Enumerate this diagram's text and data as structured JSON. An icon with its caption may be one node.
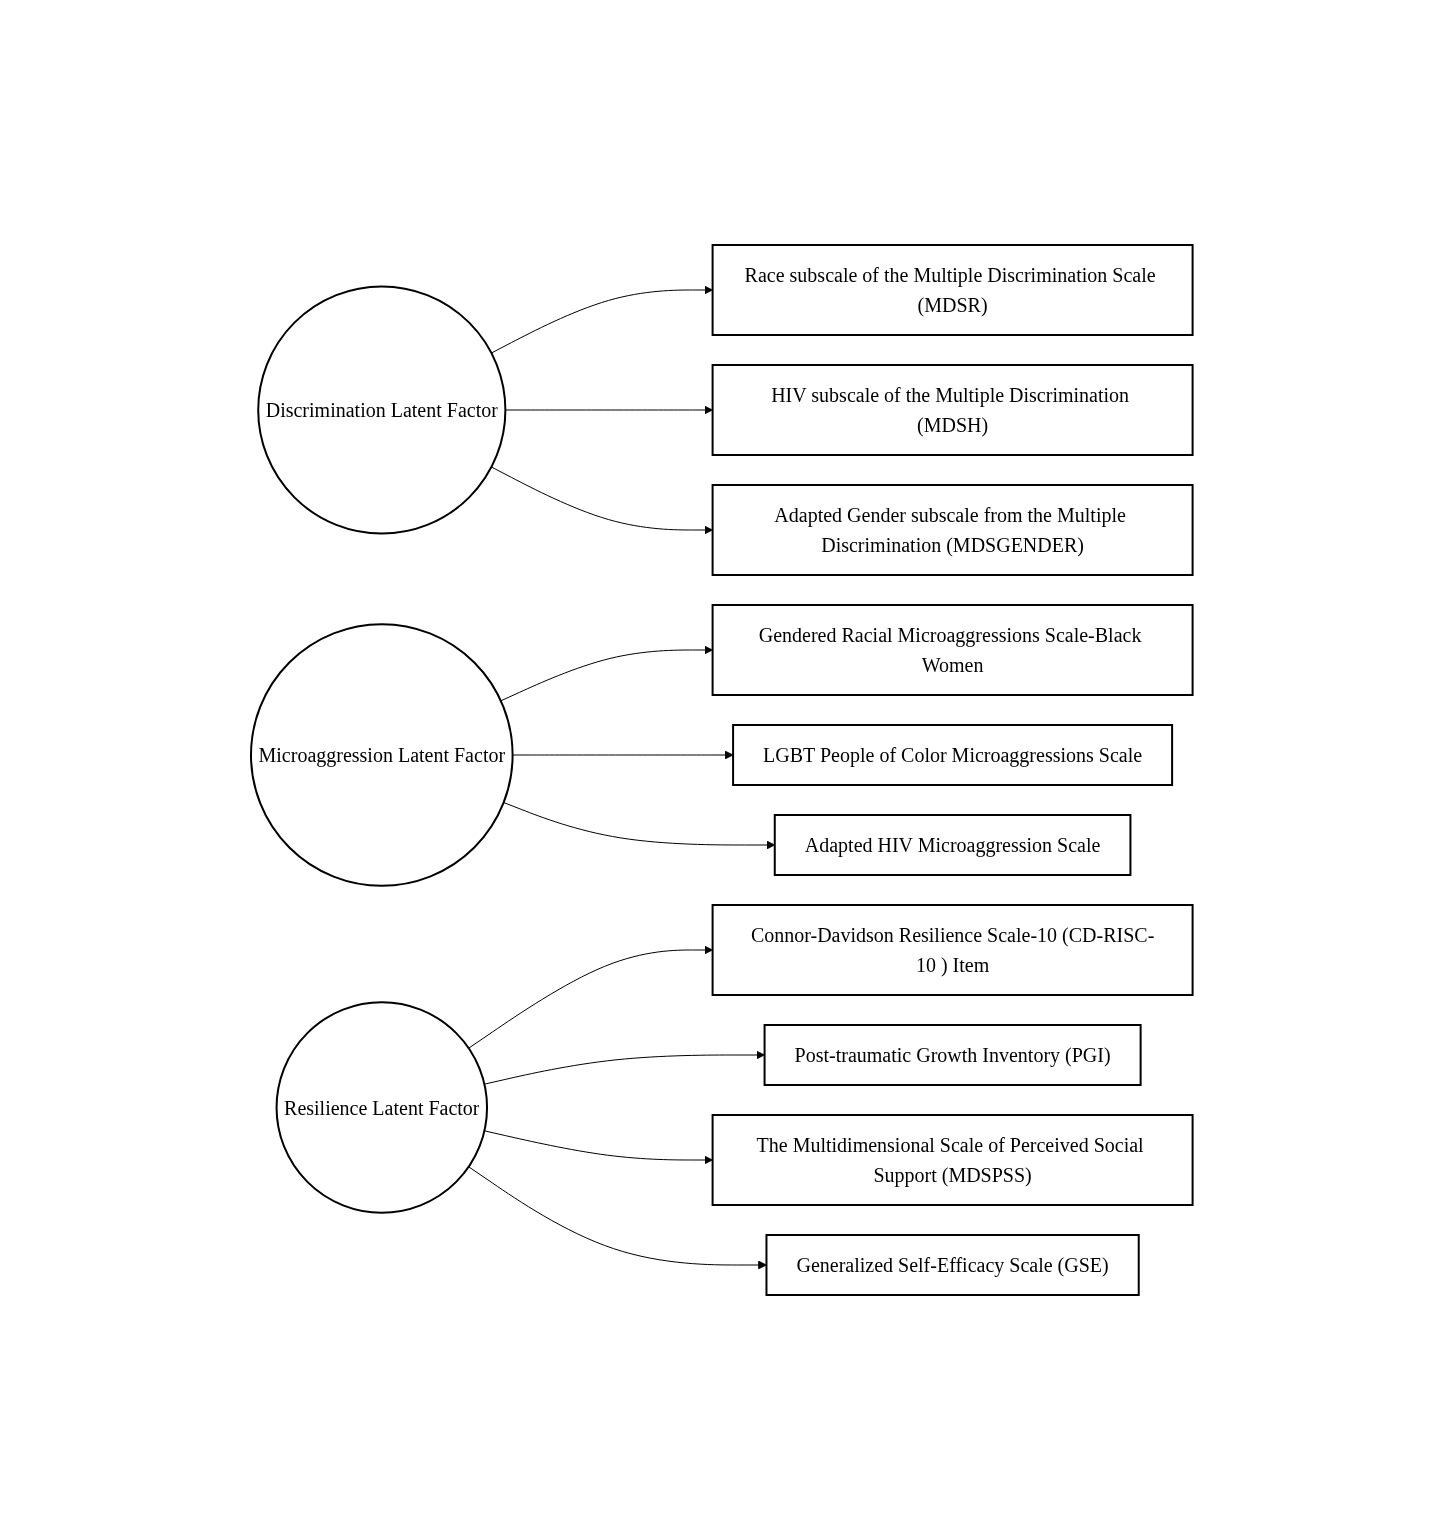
{
  "diagram": {
    "nodes": [
      {
        "text": [
          "Discrimination Latent Factor"
        ]
      },
      {
        "text": [
          "Race subscale of the Multiple Discrimination Scale (MDSR)"
        ]
      },
      {
        "text": [
          "HIV subscale of the Multiple Discrimination (MDSH)"
        ]
      },
      {
        "text": [
          "Adapted Gender subscale from the Multiple Discrimination (MDSGENDER)"
        ]
      },
      {
        "text": [
          "Microaggression Latent Factor"
        ]
      },
      {
        "text": [
          "Gendered Racial Microaggressions Scale-Black Women"
        ]
      },
      {
        "text": [
          "LGBT People of Color Microaggressions Scale"
        ]
      },
      {
        "text": [
          "Adapted HIV Microaggression Scale"
        ]
      },
      {
        "text": [
          "Resilience Latent Factor"
        ]
      },
      {
        "text": [
          "Connor-Davidson Resilience Scale-10 (CD-RISC-10 ) Item"
        ]
      },
      {
        "text": [
          "Post-traumatic Growth Inventory (PGI)"
        ]
      },
      {
        "text": [
          "The Multidimensional Scale of Perceived Social Support (MDSPSS)"
        ]
      },
      {
        "text": [
          "Generalized Self-Efficacy Scale (GSE)"
        ]
      }
    ],
    "edges": [
      {
        "from": 0,
        "to": 1,
        "arrow": "to"
      },
      {
        "from": 0,
        "to": 2,
        "arrow": "to"
      },
      {
        "from": 0,
        "to": 3,
        "arrow": "to"
      },
      {
        "from": 4,
        "to": 5,
        "arrow": "to"
      },
      {
        "from": 4,
        "to": 6,
        "arrow": "to"
      },
      {
        "from": 4,
        "to": 7,
        "arrow": "to"
      },
      {
        "from": 8,
        "to": 9,
        "arrow": "to"
      },
      {
        "from": 8,
        "to": 10,
        "arrow": "to"
      },
      {
        "from": 8,
        "to": 11,
        "arrow": "to"
      },
      {
        "from": 8,
        "to": 12,
        "arrow": "to"
      }
    ]
  }
}
